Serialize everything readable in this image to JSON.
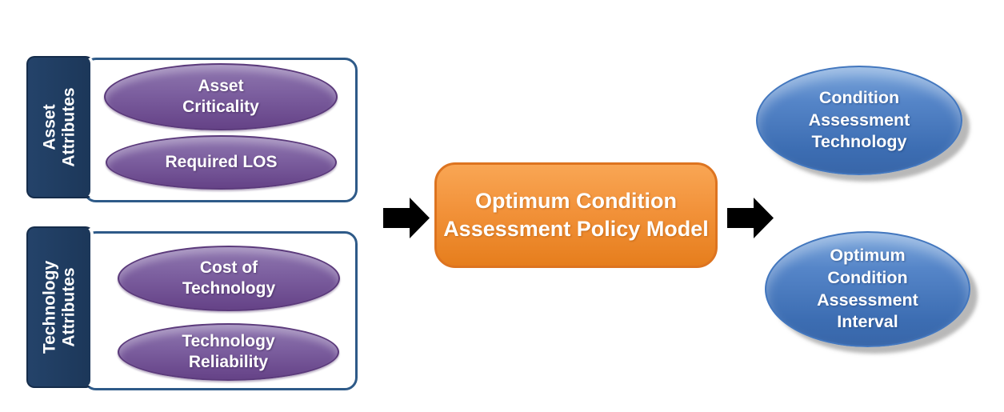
{
  "flow": {
    "input_groups": [
      {
        "tab_label": "Asset\nAttributes",
        "items": [
          {
            "label": "Asset\nCriticality"
          },
          {
            "label": "Required LOS"
          }
        ]
      },
      {
        "tab_label": "Technology\nAttributes",
        "items": [
          {
            "label": "Cost of\nTechnology"
          },
          {
            "label": "Technology\nReliability"
          }
        ]
      }
    ],
    "process": {
      "label": "Optimum Condition\nAssessment Policy Model"
    },
    "outputs": [
      {
        "label": "Condition\nAssessment\nTechnology"
      },
      {
        "label": "Optimum\nCondition\nAssessment\nInterval"
      }
    ]
  },
  "colors": {
    "group_tab_navy": "#1E3A5C",
    "group_border_blue": "#2E5A88",
    "input_ellipse_purple": "#7C5F9F",
    "process_orange": "#EE8A2B",
    "output_ellipse_blue": "#4377BE",
    "arrow_black": "#000000",
    "text_white": "#FFFFFF"
  },
  "icons": {
    "arrow_1": "right-block-arrow",
    "arrow_2": "right-block-arrow"
  }
}
